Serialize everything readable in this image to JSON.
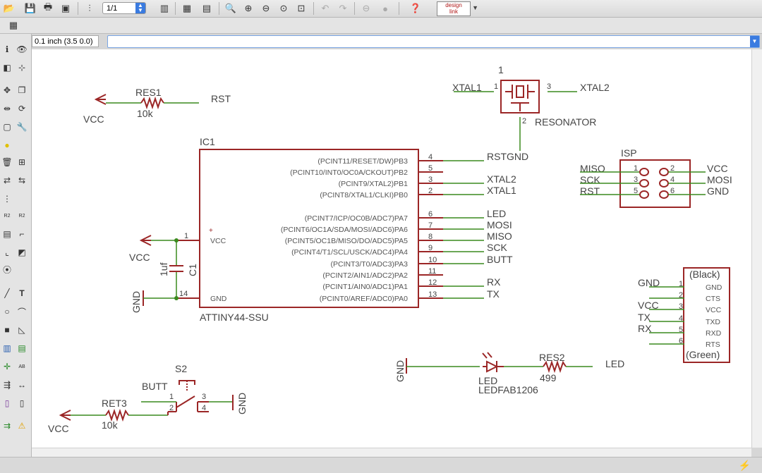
{
  "toolbar": {
    "sheet_selector": "1/1",
    "design_link_line1": "design",
    "design_link_line2": "link"
  },
  "coordinates": "0.1 inch (3.5 0.0)",
  "command_line": "",
  "schematic": {
    "res1": {
      "name": "RES1",
      "value": "10k",
      "left_net": "VCC",
      "right_net": "RST"
    },
    "resonator": {
      "name": "RESONATOR",
      "top_label": "1",
      "pin1": "1",
      "pin2": "2",
      "pin3": "3",
      "left_net": "XTAL1",
      "right_net": "XTAL2",
      "bottom_net": "GND"
    },
    "ic1": {
      "name": "IC1",
      "part": "ATTINY44-SSU",
      "vcc_pin": "VCC",
      "gnd_pin": "GND",
      "vcc_num": "1",
      "gnd_num": "14",
      "plus": "+",
      "pins": [
        {
          "label": "(PCINT11/RESET/DW)PB3",
          "num": "4",
          "net": "RSTGND"
        },
        {
          "label": "(PCINT10/INT0/OC0A/CKOUT)PB2",
          "num": "5",
          "net": ""
        },
        {
          "label": "(PCINT9/XTAL2)PB1",
          "num": "3",
          "net": "XTAL2"
        },
        {
          "label": "(PCINT8/XTAL1/CLKI)PB0",
          "num": "2",
          "net": "XTAL1"
        },
        {
          "label": "(PCINT7/ICP/OC0B/ADC7)PA7",
          "num": "6",
          "net": "LED"
        },
        {
          "label": "(PCINT6/OC1A/SDA/MOSI/ADC6)PA6",
          "num": "7",
          "net": "MOSI"
        },
        {
          "label": "(PCINT5/OC1B/MISO/DO/ADC5)PA5",
          "num": "8",
          "net": "MISO"
        },
        {
          "label": "(PCINT4/T1/SCL/USCK/ADC4)PA4",
          "num": "9",
          "net": "SCK"
        },
        {
          "label": "(PCINT3/T0/ADC3)PA3",
          "num": "10",
          "net": "BUTT"
        },
        {
          "label": "(PCINT2/AIN1/ADC2)PA2",
          "num": "11",
          "net": ""
        },
        {
          "label": "(PCINT1/AIN0/ADC1)PA1",
          "num": "12",
          "net": "RX"
        },
        {
          "label": "(PCINT0/AREF/ADC0)PA0",
          "num": "13",
          "net": "TX"
        }
      ]
    },
    "c1": {
      "name": "C1",
      "value": "1uf",
      "vcc_net": "VCC",
      "gnd_net": "GND"
    },
    "isp": {
      "name": "ISP",
      "left_nets": [
        "MISO",
        "SCK",
        "RST"
      ],
      "left_pins": [
        "1",
        "3",
        "5"
      ],
      "right_pins": [
        "2",
        "4",
        "6"
      ],
      "right_nets": [
        "VCC",
        "MOSI",
        "GND"
      ]
    },
    "ftdi": {
      "top": "(Black)",
      "bottom": "(Green)",
      "pins": [
        {
          "num": "1",
          "label": "GND",
          "net": "GND"
        },
        {
          "num": "2",
          "label": "CTS",
          "net": ""
        },
        {
          "num": "3",
          "label": "VCC",
          "net": "VCC"
        },
        {
          "num": "4",
          "label": "TXD",
          "net": "TX"
        },
        {
          "num": "5",
          "label": "RXD",
          "net": "RX"
        },
        {
          "num": "6",
          "label": "RTS",
          "net": ""
        }
      ]
    },
    "led": {
      "name": "LED",
      "part": "LEDFAB1206",
      "gnd_net": "GND"
    },
    "res2": {
      "name": "RES2",
      "value": "499",
      "net": "LED"
    },
    "s2": {
      "name": "S2",
      "net": "BUTT",
      "gnd_net": "GND",
      "pin1": "1",
      "pin2": "2",
      "pin3": "3",
      "pin4": "4"
    },
    "ret3": {
      "name": "RET3",
      "value": "10k",
      "vcc_net": "VCC"
    }
  },
  "colors": {
    "component": "#9b2626",
    "wire": "#3a8a1e",
    "junction": "#3a8a1e",
    "accent": "#3a7be0"
  }
}
